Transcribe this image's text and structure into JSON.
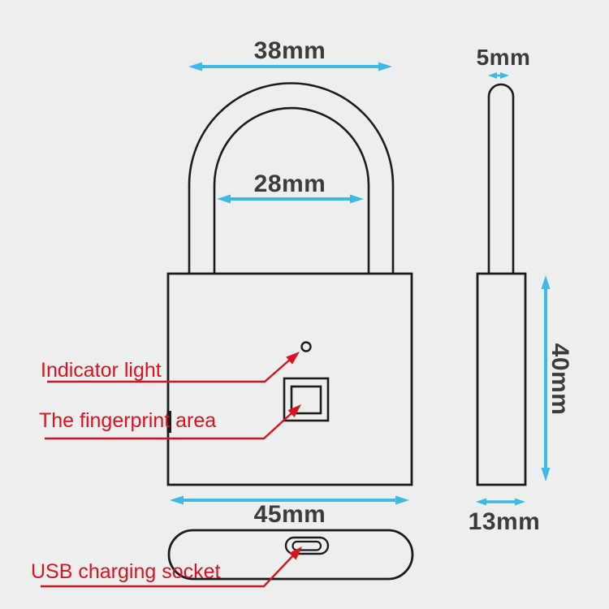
{
  "diagram": {
    "product": "fingerprint-padlock-dimension-diagram",
    "colors": {
      "background": "#edefee",
      "outline": "#1b1b1b",
      "dimension_arrow": "#3db9e5",
      "dimension_text": "#3b3b3b",
      "annotation": "#d9131f"
    },
    "dimensions": {
      "shackle_outer_width": "38mm",
      "shackle_inner_width": "28mm",
      "shackle_thickness": "5mm",
      "body_height": "40mm",
      "body_width": "45mm",
      "body_depth": "13mm"
    },
    "annotations": {
      "indicator_light": "Indicator light",
      "fingerprint_area": "The fingerprint area",
      "usb_socket": "USB charging socket"
    }
  }
}
